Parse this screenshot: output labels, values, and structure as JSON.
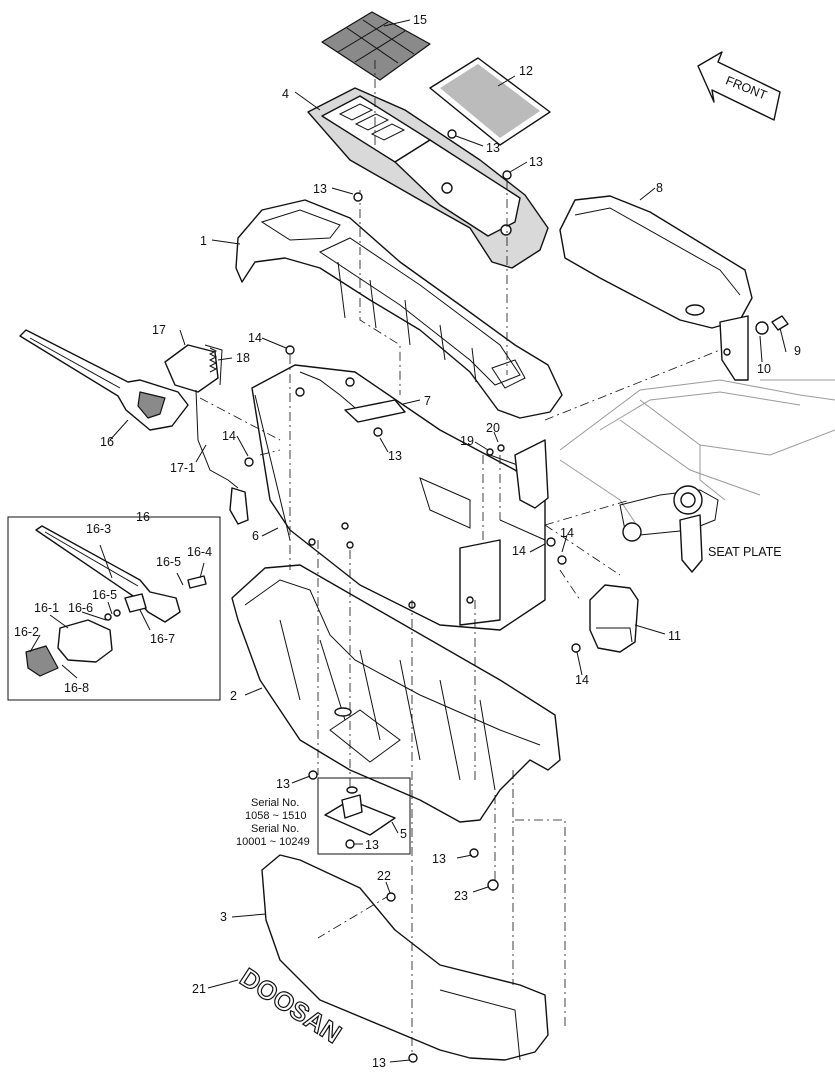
{
  "diagram": {
    "front_label": "FRONT",
    "seat_plate_label": "SEAT PLATE",
    "serial_note": [
      "Serial No.",
      "1058 ~ 1510",
      "Serial No.",
      "10001 ~ 10249"
    ],
    "logo_text": "DOOSAN",
    "part_labels": {
      "p15": "15",
      "p12": "12",
      "p4": "4",
      "p13a": "13",
      "p13b": "13",
      "p13c": "13",
      "p8": "8",
      "p1": "1",
      "p9": "9",
      "p10": "10",
      "p17": "17",
      "p18": "18",
      "p14a": "14",
      "p7": "7",
      "p16": "16",
      "p14b": "14",
      "p13d": "13",
      "p19": "19",
      "p20": "20",
      "p17_1": "17-1",
      "p6": "6",
      "p16box": "16",
      "p16_3": "16-3",
      "p16_4": "16-4",
      "p16_5": "16-5",
      "p16_6": "16-6",
      "p16_1": "16-1",
      "p16_2": "16-2",
      "p16_7": "16-7",
      "p16_8": "16-8",
      "p14c": "14",
      "p14d": "14",
      "p11": "11",
      "p14e": "14",
      "p2": "2",
      "p13e": "13",
      "p5": "5",
      "p13f": "13",
      "p13g": "13",
      "p23": "23",
      "p22": "22",
      "p3": "3",
      "p21": "21",
      "p13h": "13"
    }
  }
}
